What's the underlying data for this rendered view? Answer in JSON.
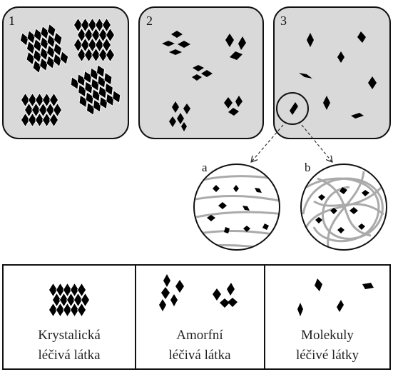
{
  "panels": [
    {
      "number": "1",
      "state": "crystalline clusters"
    },
    {
      "number": "2",
      "state": "amorphous small clusters"
    },
    {
      "number": "3",
      "state": "dispersed molecules"
    }
  ],
  "zoom": {
    "a": "a",
    "b": "b"
  },
  "legend": [
    {
      "line1": "Krystalická",
      "line2": "léčivá látka"
    },
    {
      "line1": "Amorfní",
      "line2": "léčivá látka"
    },
    {
      "line1": "Molekuly",
      "line2": "léčivé látky"
    }
  ],
  "colors": {
    "panel_fill": "#d9d9d9",
    "stroke": "#111111",
    "polymer": "#aaaaaa",
    "crystal": "#000000"
  }
}
